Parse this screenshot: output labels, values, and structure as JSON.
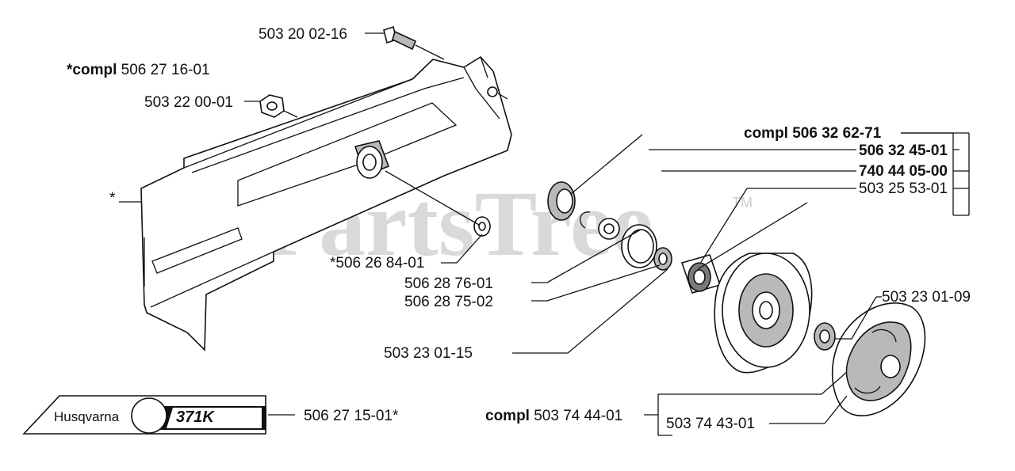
{
  "watermark": {
    "text": "PartsTree",
    "tm": "TM"
  },
  "labels": {
    "screw": "503 20 02-16",
    "cover_compl_prefix": "*compl",
    "cover_compl_number": "506 27 16-01",
    "nut": "503 22 00-01",
    "star": "*",
    "bushing": "*506 26 84-01",
    "clutch_compl_prefix": "compl",
    "clutch_compl_number": "506 32 62-71",
    "seal": "506 32 45-01",
    "washer_740": "740 44 05-00",
    "bearing_503": "503 25 53-01",
    "ring_76": "506 28 76-01",
    "spring_75": "506 28 75-02",
    "washer_15": "503 23 01-15",
    "washer_09": "503 23 01-09",
    "clutch_shoe_compl_prefix": "compl",
    "clutch_shoe_compl_number": "503 74 44-01",
    "clutch_shoe": "503 74 43-01",
    "decal": "506 27 15-01*"
  },
  "decal": {
    "brand": "Husqvarna",
    "model": "371K"
  }
}
